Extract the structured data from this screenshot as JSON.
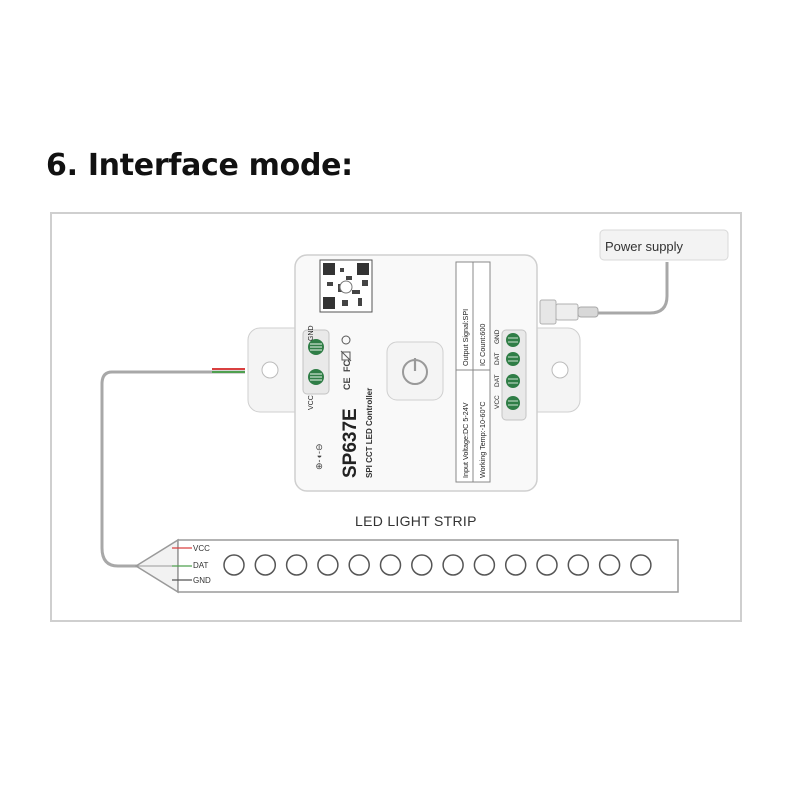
{
  "heading": "6. Interface mode:",
  "power_supply_label": "Power supply",
  "strip_label": "LED LIGHT STRIP",
  "strip_pins": [
    "VCC",
    "DAT",
    "GND"
  ],
  "strip_led_count": 14,
  "controller": {
    "model": "SP637E",
    "subtitle": "SPI CCT LED Controller",
    "left_pins": [
      "GND",
      "VCC"
    ],
    "right_pins": [
      "GND",
      "DAT",
      "DAT",
      "VCC"
    ],
    "specs": [
      "Input Voltage:DC 5-24V",
      "Working Temp:-10-60°C",
      "Output Signal:SPI",
      "IC Count:600"
    ],
    "cert_marks": [
      "CE",
      "FC"
    ],
    "power_polarity": "⊕-◖-⊖"
  }
}
